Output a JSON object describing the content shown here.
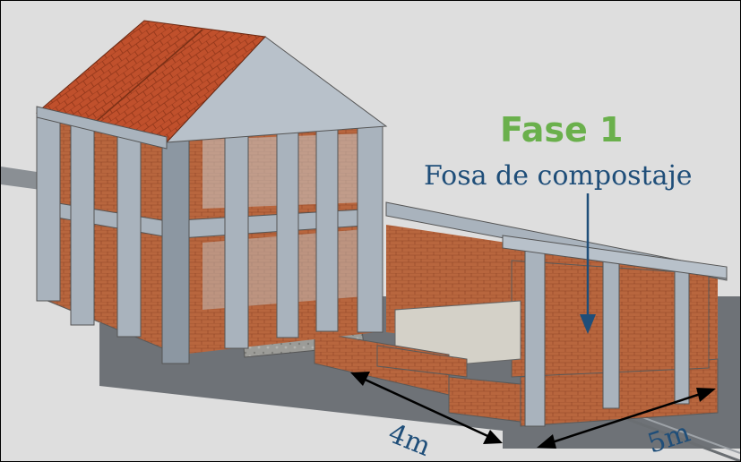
{
  "labels": {
    "phase": "Fase 1",
    "pit": "Fosa de compostaje",
    "dim_width": "4m",
    "dim_length": "5m"
  },
  "colors": {
    "background": "#ffffff",
    "ground": "#dcdcdc",
    "floor": "#6e7277",
    "column": "#a9b3bd",
    "column_dark": "#8c97a2",
    "brick": "#b8663e",
    "roof": "#c0502c",
    "phase_text": "#6ab04c",
    "annotation": "#1f4e79"
  }
}
